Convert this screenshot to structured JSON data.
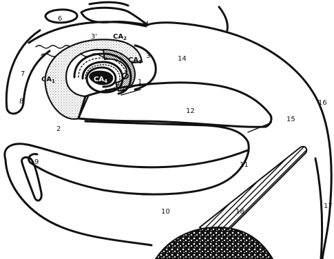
{
  "labels": {
    "l1": "1",
    "l2": "2",
    "l3": "3",
    "l3p": "3'",
    "l4": "4",
    "l6": "6",
    "l7": "7",
    "l8": "8",
    "l9": "9",
    "l10": "10",
    "l11": "11",
    "l12": "12",
    "l14": "14",
    "l15": "15",
    "l16": "16",
    "l17": "17",
    "l18": "18",
    "ca1_base": "CA",
    "ca1_sub": "1",
    "ca2_base": "CA",
    "ca2_sub": "2",
    "ca3_base": "CA",
    "ca3_sub": "3",
    "ca4_base": "CA",
    "ca4_sub": "4"
  },
  "colors": {
    "ink": "#111111",
    "paper": "#ffffff",
    "stipple": "#777777"
  }
}
